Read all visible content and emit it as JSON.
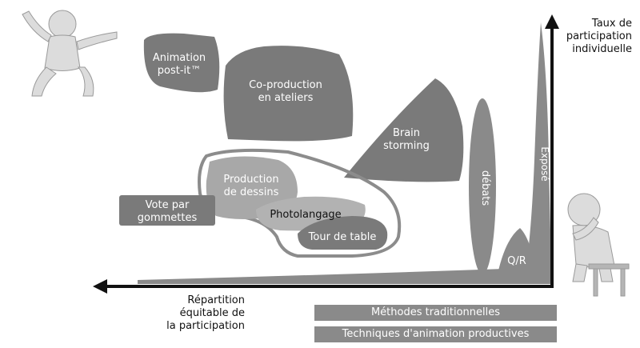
{
  "diagram": {
    "y_axis_label": [
      "Taux de",
      "participation",
      "individuelle"
    ],
    "x_axis_label": [
      "Répartition",
      "équitable de",
      "la participation"
    ],
    "legend": {
      "traditional": "Méthodes traditionnelles",
      "productive": "Techniques d'animation productives"
    },
    "shapes": {
      "animation_postit": [
        "Animation",
        "post-it™"
      ],
      "coproduction": [
        "Co-production",
        "en ateliers"
      ],
      "brainstorming": [
        "Brain",
        "storming"
      ],
      "production_dessins": [
        "Production",
        "de dessins"
      ],
      "photolangage": "Photolangage",
      "tour_de_table": "Tour de table",
      "vote_gommettes": [
        "Vote par",
        "gommettes"
      ],
      "debats": "débats",
      "exposes": "Exposé",
      "qr": "Q/R"
    },
    "colors": {
      "shape_dark": "#7a7a7a",
      "shape_light": "#a8a8a8",
      "axis": "#111111",
      "outline": "#8c8c8c",
      "bar": "#8a8a8a"
    }
  }
}
